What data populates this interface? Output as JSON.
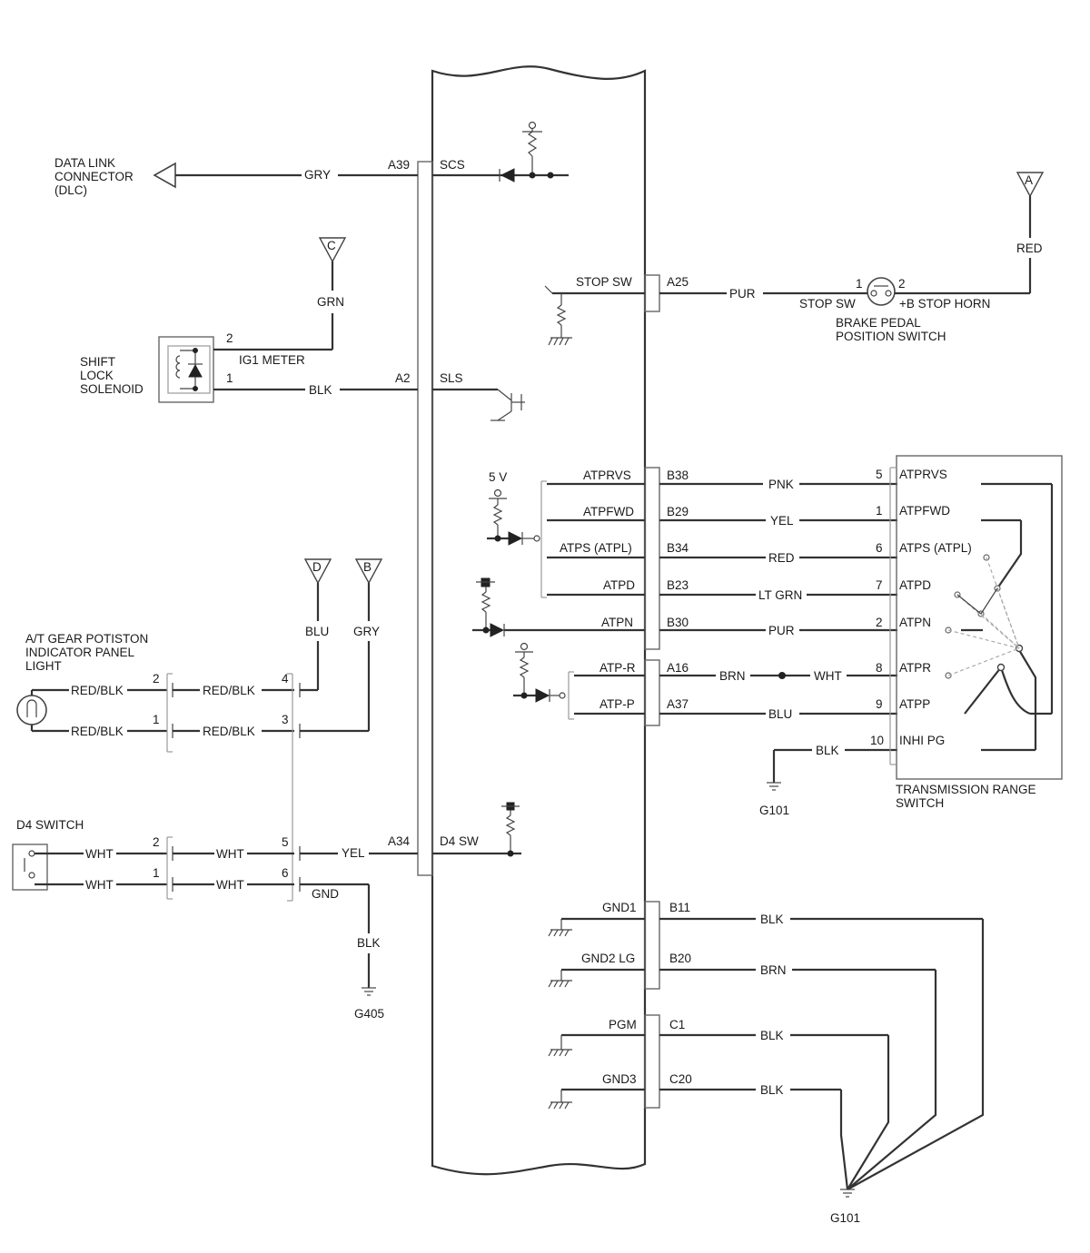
{
  "external": {
    "dlc_line1": "DATA LINK",
    "dlc_line2": "CONNECTOR",
    "dlc_line3": "(DLC)",
    "shift_line1": "SHIFT",
    "shift_line2": "LOCK",
    "shift_line3": "SOLENOID",
    "ig1_meter": "IG1 METER",
    "atgear_line1": "A/T GEAR POTISTON",
    "atgear_line2": "INDICATOR PANEL",
    "atgear_line3": "LIGHT",
    "d4_switch": "D4 SWITCH",
    "brake_line1": "BRAKE PEDAL",
    "brake_line2": "POSITION SWITCH",
    "stop_sw": "STOP SW",
    "stop_horn": "+B STOP HORN",
    "trs_line1": "TRANSMISSION RANGE",
    "trs_line2": "SWITCH",
    "gnd_label": "GND",
    "five_v": "5 V"
  },
  "power_flags": {
    "a": "A",
    "b": "B",
    "c": "C",
    "d": "D"
  },
  "grounds": {
    "g101_trs": "G101",
    "g405": "G405",
    "g101_bottom": "G101"
  },
  "left_circuits": [
    {
      "pin": "A39",
      "signal": "SCS",
      "wire": "GRY"
    },
    {
      "pin": "A2",
      "signal": "SLS",
      "wire": "BLK"
    },
    {
      "pin": "A34",
      "signal": "D4 SW",
      "wire": "YEL"
    }
  ],
  "connector_pins": {
    "shift_1": "1",
    "shift_2": "2",
    "gear_2": "2",
    "gear_1": "1",
    "mid_4": "4",
    "mid_3": "3",
    "mid_5": "5",
    "mid_6": "6",
    "d4_2": "2",
    "d4_1": "1",
    "brake_1": "1",
    "brake_2": "2"
  },
  "wires": {
    "grn": "GRN",
    "blu": "BLU",
    "gry_b": "GRY",
    "red_blk": "RED/BLK",
    "wht": "WHT",
    "blk_g405": "BLK",
    "red_a": "RED"
  },
  "right_circuits": [
    {
      "signal": "STOP SW",
      "pin": "A25",
      "wire": "PUR"
    },
    {
      "signal": "ATPRVS",
      "pin": "B38",
      "wire": "PNK",
      "trs_pin": "5",
      "trs_name": "ATPRVS"
    },
    {
      "signal": "ATPFWD",
      "pin": "B29",
      "wire": "YEL",
      "trs_pin": "1",
      "trs_name": "ATPFWD"
    },
    {
      "signal": "ATPS (ATPL)",
      "pin": "B34",
      "wire": "RED",
      "trs_pin": "6",
      "trs_name": "ATPS (ATPL)"
    },
    {
      "signal": "ATPD",
      "pin": "B23",
      "wire": "LT GRN",
      "trs_pin": "7",
      "trs_name": "ATPD"
    },
    {
      "signal": "ATPN",
      "pin": "B30",
      "wire": "PUR",
      "trs_pin": "2",
      "trs_name": "ATPN"
    },
    {
      "signal": "ATP-R",
      "pin": "A16",
      "wire": "BRN",
      "wire2": "WHT",
      "trs_pin": "8",
      "trs_name": "ATPR"
    },
    {
      "signal": "ATP-P",
      "pin": "A37",
      "wire": "BLU",
      "trs_pin": "9",
      "trs_name": "ATPP"
    },
    {
      "wire": "BLK",
      "trs_pin": "10",
      "trs_name": "INHI PG"
    },
    {
      "signal": "GND1",
      "pin": "B11",
      "wire": "BLK"
    },
    {
      "signal": "GND2 LG",
      "pin": "B20",
      "wire": "BRN"
    },
    {
      "signal": "PGM",
      "pin": "C1",
      "wire": "BLK"
    },
    {
      "signal": "GND3",
      "pin": "C20",
      "wire": "BLK"
    }
  ]
}
